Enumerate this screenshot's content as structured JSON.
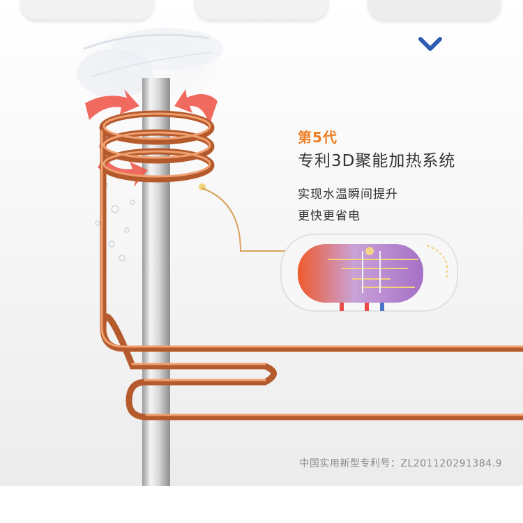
{
  "hero": {
    "generation_label": "第5代",
    "system_title": "专利3D聚能加热系统",
    "desc_line1": "实现水温瞬间提升",
    "desc_line2": "更快更省电"
  },
  "footer": {
    "patent_text": "中国实用新型专利号：ZL201120291384.9"
  },
  "icons": {
    "nav_arrow": "chevron-down-icon",
    "rotation_arrows": "rotate-arrow-icon",
    "coil_thumbnail": "heating-coil-icon",
    "tank_diagram": "water-heater-tank-icon"
  },
  "colors": {
    "accent_orange": "#ef7d22",
    "copper": "#c96a3c",
    "arrow_red": "#ef5a4e",
    "nav_blue": "#2f5db3",
    "text_dark": "#333333",
    "text_grey": "#8a8a8a"
  }
}
